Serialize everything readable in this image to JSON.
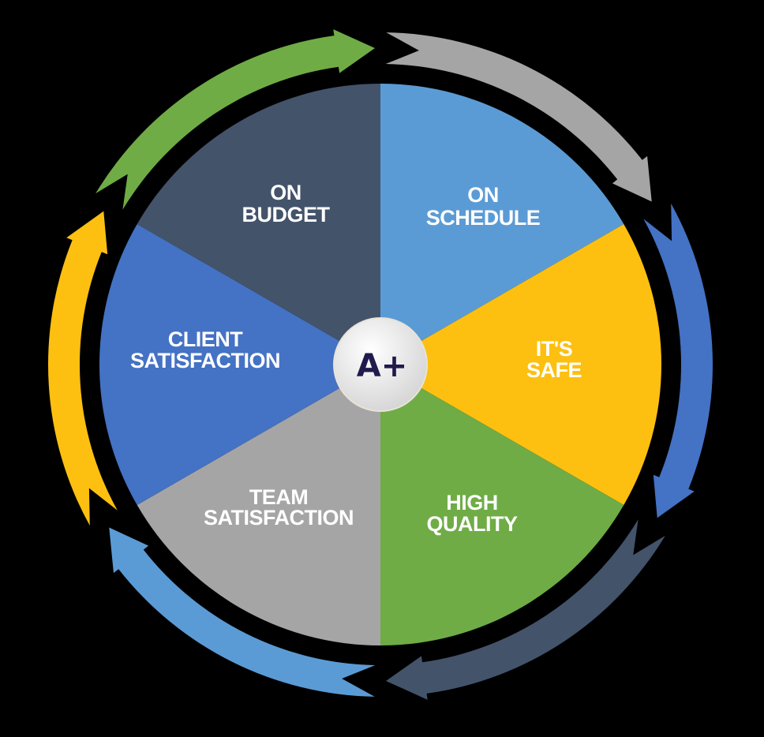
{
  "center": {
    "label": "A+"
  },
  "segments": [
    {
      "lines": [
        "ON",
        "SCHEDULE"
      ],
      "color": "#5b9bd5"
    },
    {
      "lines": [
        "IT'S",
        "SAFE"
      ],
      "color": "#fdc010"
    },
    {
      "lines": [
        "HIGH",
        "QUALITY"
      ],
      "color": "#6fac46"
    },
    {
      "lines": [
        "TEAM",
        "SATISFACTION"
      ],
      "color": "#a5a5a5"
    },
    {
      "lines": [
        "CLIENT",
        "SATISFACTION"
      ],
      "color": "#4472c4"
    },
    {
      "lines": [
        "ON",
        "BUDGET"
      ],
      "color": "#43536a"
    }
  ],
  "arrows": [
    {
      "color": "#a5a5a5"
    },
    {
      "color": "#4472c4"
    },
    {
      "color": "#43536a"
    },
    {
      "color": "#5b9bd5"
    },
    {
      "color": "#fdc010"
    },
    {
      "color": "#6fac46"
    }
  ],
  "direction": "clockwise"
}
